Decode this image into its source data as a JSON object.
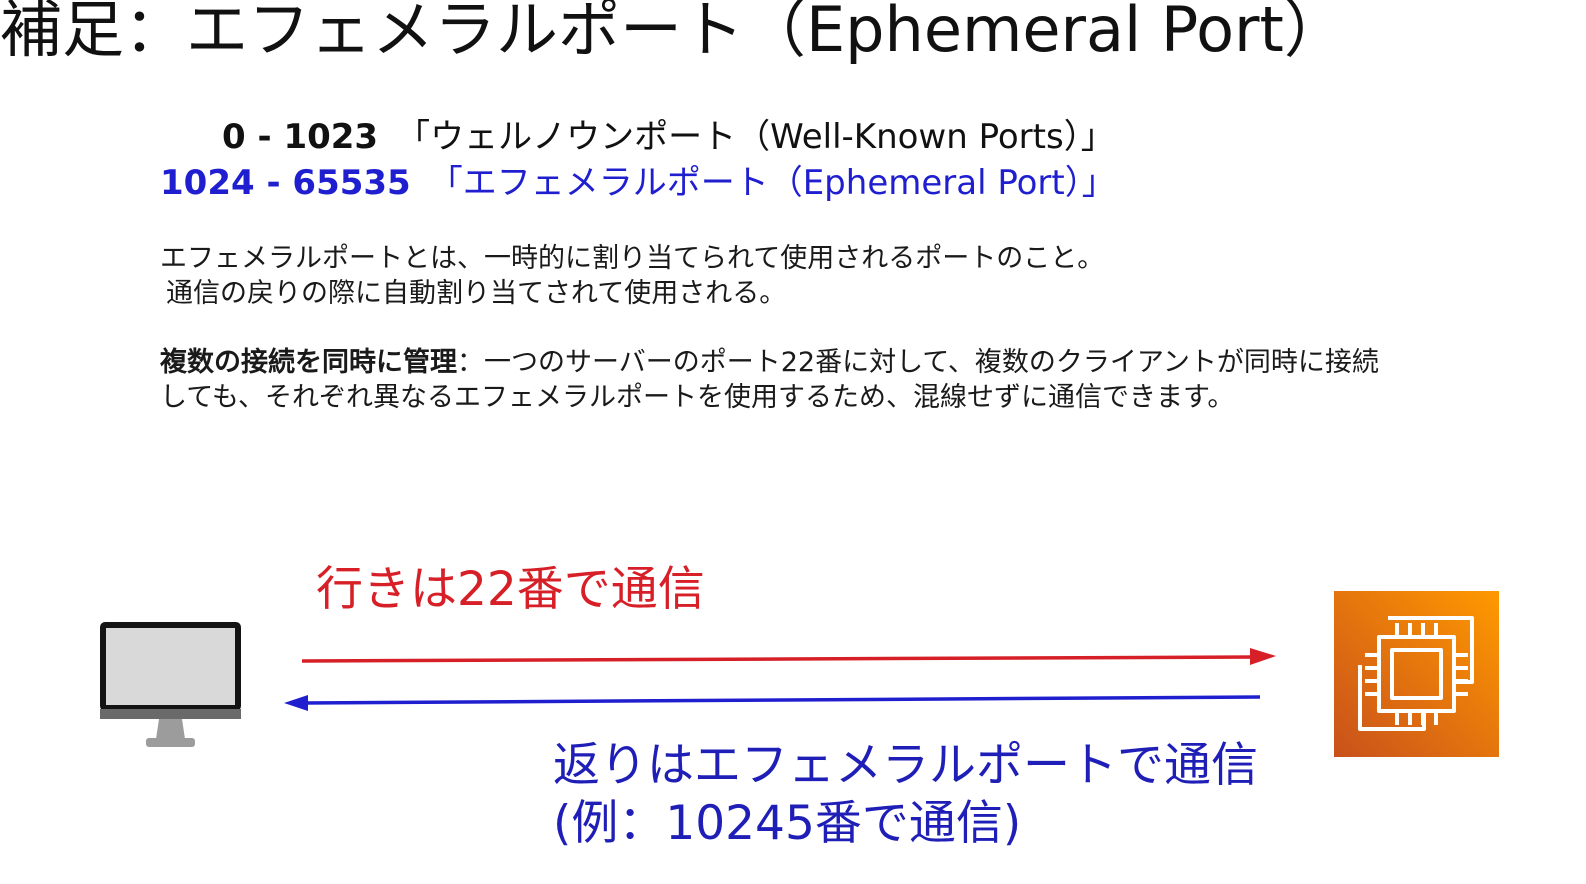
{
  "title": "補足：エフェメラルポート（Ephemeral Port）",
  "ranges": {
    "well_known": {
      "number": "0 - 1023",
      "label": "「ウェルノウンポート（Well-Known Ports）」"
    },
    "ephemeral": {
      "number": "1024 - 65535",
      "label": "「エフェメラルポート（Ephemeral Port）」"
    }
  },
  "description": {
    "line1": "エフェメラルポートとは、一時的に割り当てられて使用されるポートのこと。",
    "line2": "通信の戻りの際に自動割り当てされて使用される。"
  },
  "multi_connection": {
    "term": "複数の接続を同時に管理",
    "line1_rest": "：一つのサーバーのポート22番に対して、複数のクライアントが同時に接続",
    "line2": "しても、それぞれ異なるエフェメラルポートを使用するため、混線せずに通信できます。"
  },
  "diagram": {
    "outbound_label": "行きは22番で通信",
    "return_label_line1": "返りはエフェメラルポートで通信",
    "return_label_line2": "(例：10245番で通信)",
    "client_icon": "desktop-monitor-icon",
    "server_icon": "aws-ec2-instance-icon",
    "colors": {
      "outbound": "#d61f26",
      "return": "#1f1fd0",
      "server_gradient_start": "#c8511b",
      "server_gradient_end": "#ff9900"
    }
  }
}
